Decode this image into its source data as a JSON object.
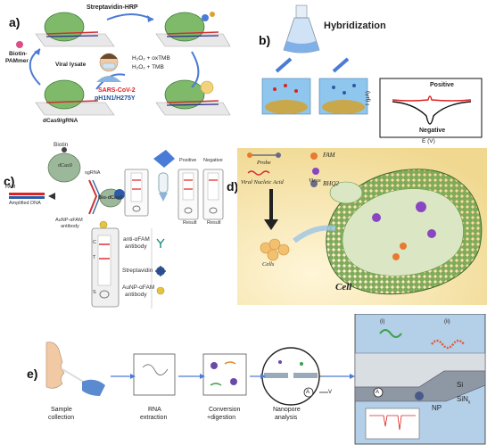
{
  "panels": {
    "a": {
      "label": "a)",
      "streptavidin": "Streptavidin-HRP",
      "h2o2_oxtmb": "H₂O₂ + oxTMB",
      "h2o2_tmb": "H₂O₂ + TMB",
      "biotin": "Biotin-",
      "pammer": "PAMmer",
      "viral_lysate": "Viral lysate",
      "sars": "SARS-CoV-2",
      "ph1n1": "pH1N1/H275Y",
      "dcas": "dCas9/gRNA"
    },
    "b": {
      "label": "b)",
      "title": "Hybridization",
      "y_axis": "I (μA)",
      "x_axis": "E (V)",
      "positive": "Positive",
      "negative": "Negative"
    },
    "c": {
      "label": "c)",
      "biotin": "Biotin",
      "dcas9": "dCas9",
      "sgrna": "sgRNA",
      "fam": "FAM",
      "amplified": "Amplified DNA",
      "bio_dcas": "Bio-dCas9",
      "aunp_afam": "AuNP-αFAM",
      "antibody": "antibody",
      "c_line": "C",
      "t_line": "T",
      "s_pad": "S",
      "positive_result": "Positive",
      "positive_result2": "Result",
      "negative_result": "Negative",
      "negative_result2": "Result",
      "legend_anti": "anti-αFAM",
      "legend_anti2": "antibody",
      "legend_strep": "Streptavidin",
      "legend_aunp": "AuNP-αFAM",
      "legend_aunp2": "antibody"
    },
    "d": {
      "label": "d)",
      "fam": "FAM",
      "probe": "Probe",
      "bhq2": "BHQ2",
      "viral": "Viral Nucleic Acid",
      "virus": "Virus",
      "cells": "Cells",
      "cell": "Cell"
    },
    "e": {
      "label": "e)",
      "step1": "Sample",
      "step1b": "collection",
      "step2": "RNA",
      "step2b": "extraction",
      "step3": "Conversion",
      "step3b": "+digestion",
      "step4": "Nanopore",
      "step4b": "analysis",
      "a_meter": "A",
      "v_label": "V",
      "si": "Si",
      "sin": "SiN",
      "sin_sub": "x",
      "np": "NP",
      "i_label": "(i)",
      "ii_label": "(ii)"
    }
  },
  "colors": {
    "green": "#7fb96a",
    "dark_green": "#3d7a3a",
    "red": "#d22222",
    "blue": "#1a4f9a",
    "cell_bg": "#f6e6a8",
    "nano_bg": "#9fc4e6"
  }
}
